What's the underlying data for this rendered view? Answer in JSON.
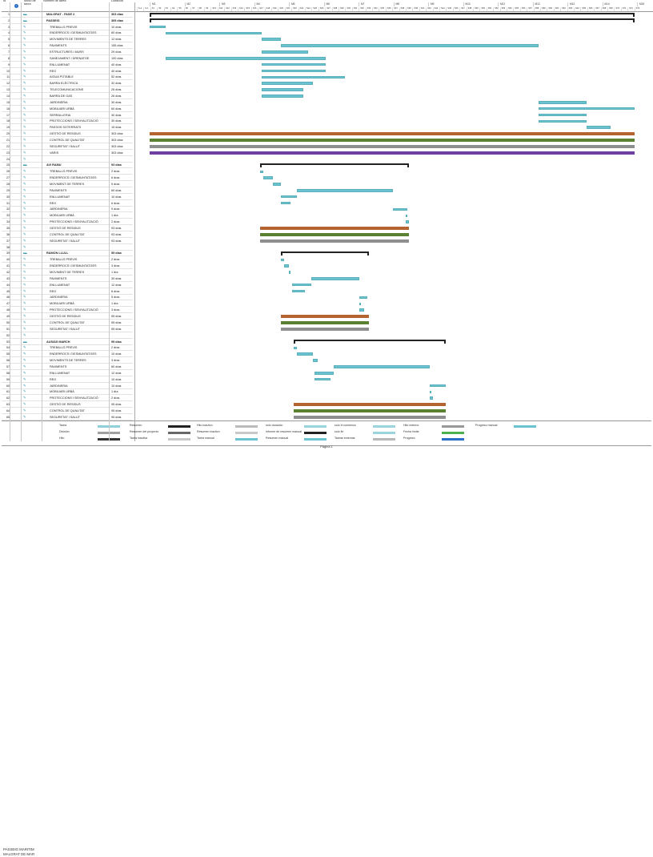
{
  "columns": {
    "id": "Id",
    "mode": "Modo de tarea",
    "name": "Nombre de tarea",
    "duration": "Duración"
  },
  "months": [
    "M1",
    "M2",
    "M3",
    "M4",
    "M5",
    "M6",
    "M7",
    "M8",
    "M9",
    "M10",
    "M11",
    "M12",
    "M13",
    "M14",
    "M15"
  ],
  "tasks": [
    {
      "id": "1",
      "name": "MALGRAT - FASE 2",
      "dur": "303 días",
      "type": "summary",
      "s": 0,
      "e": 303
    },
    {
      "id": "2",
      "name": "PASSEIG",
      "dur": "305 días",
      "type": "summary",
      "s": 0,
      "e": 303
    },
    {
      "id": "3",
      "name": "TREBALLS PREVIS",
      "dur": "10 días",
      "type": "task",
      "s": 0,
      "e": 10
    },
    {
      "id": "4",
      "name": "ENDERROCS I DESMUNTATGES",
      "dur": "60 días",
      "type": "task",
      "s": 10,
      "e": 70
    },
    {
      "id": "5",
      "name": "MOVIMENTS DE TERRES",
      "dur": "12 días",
      "type": "task",
      "s": 70,
      "e": 82
    },
    {
      "id": "6",
      "name": "PAVIMENTS",
      "dur": "155 días",
      "type": "task",
      "s": 82,
      "e": 243
    },
    {
      "id": "7",
      "name": "ESTRUCTURES I MURS",
      "dur": "29 días",
      "type": "task",
      "s": 70,
      "e": 99
    },
    {
      "id": "8",
      "name": "SANEJAMENT I DRENATGE",
      "dur": "100 días",
      "type": "task",
      "s": 10,
      "e": 110
    },
    {
      "id": "9",
      "name": "ENLLUMENAT",
      "dur": "40 días",
      "type": "task",
      "s": 70,
      "e": 110
    },
    {
      "id": "10",
      "name": "REG",
      "dur": "40 días",
      "type": "task",
      "s": 70,
      "e": 110
    },
    {
      "id": "11",
      "name": "AIGUA POTABLE",
      "dur": "52 días",
      "type": "task",
      "s": 70,
      "e": 122
    },
    {
      "id": "12",
      "name": "BARRA ELÈCTRICA",
      "dur": "32 días",
      "type": "task",
      "s": 70,
      "e": 102
    },
    {
      "id": "13",
      "name": "TELECOMUNICACIONS",
      "dur": "26 días",
      "type": "task",
      "s": 70,
      "e": 96
    },
    {
      "id": "14",
      "name": "BARRA DE GAS",
      "dur": "26 días",
      "type": "task",
      "s": 70,
      "e": 96
    },
    {
      "id": "15",
      "name": "JARDINERIA",
      "dur": "30 días",
      "type": "task",
      "s": 243,
      "e": 273
    },
    {
      "id": "16",
      "name": "MOBILIARI URBÀ",
      "dur": "60 días",
      "type": "task",
      "s": 243,
      "e": 303
    },
    {
      "id": "17",
      "name": "SERRALLERIA",
      "dur": "30 días",
      "type": "task",
      "s": 243,
      "e": 273
    },
    {
      "id": "18",
      "name": "PROTECCIONS I SENYALITZACIÓ",
      "dur": "30 días",
      "type": "task",
      "s": 243,
      "e": 273
    },
    {
      "id": "19",
      "name": "PASSOS SOTERRATS",
      "dur": "15 días",
      "type": "task",
      "s": 273,
      "e": 288
    },
    {
      "id": "20",
      "name": "GESTIÓ DE RESIDUS",
      "dur": "303 días",
      "type": "waste",
      "s": 0,
      "e": 303
    },
    {
      "id": "21",
      "name": "CONTROL DE QUALITAT",
      "dur": "303 días",
      "type": "quality",
      "s": 0,
      "e": 303
    },
    {
      "id": "22",
      "name": "SEGURETAT I SALUT",
      "dur": "303 días",
      "type": "safety",
      "s": 0,
      "e": 303
    },
    {
      "id": "23",
      "name": "VARIS",
      "dur": "303 días",
      "type": "misc",
      "s": 0,
      "e": 303
    },
    {
      "id": "24",
      "name": "",
      "dur": "",
      "type": "blank"
    },
    {
      "id": "25",
      "name": "AVI RAMU",
      "dur": "93 días",
      "type": "summary",
      "s": 69,
      "e": 162
    },
    {
      "id": "26",
      "name": "TREBALLS PREVIS",
      "dur": "2 días",
      "type": "task",
      "s": 69,
      "e": 71
    },
    {
      "id": "27",
      "name": "ENDERROCS I DESMUNTATGES",
      "dur": "6 días",
      "type": "task",
      "s": 71,
      "e": 77
    },
    {
      "id": "28",
      "name": "MOVIMENT DE TERRES",
      "dur": "5 días",
      "type": "task",
      "s": 77,
      "e": 82
    },
    {
      "id": "29",
      "name": "PAVIMENTS",
      "dur": "60 días",
      "type": "task",
      "s": 92,
      "e": 152
    },
    {
      "id": "30",
      "name": "ENLLUMENAT",
      "dur": "10 días",
      "type": "task",
      "s": 82,
      "e": 92
    },
    {
      "id": "31",
      "name": "REG",
      "dur": "6 días",
      "type": "task",
      "s": 82,
      "e": 88
    },
    {
      "id": "32",
      "name": "JARDINERIA",
      "dur": "9 días",
      "type": "task",
      "s": 152,
      "e": 161
    },
    {
      "id": "33",
      "name": "MOBILIARI URBÀ",
      "dur": "1 día",
      "type": "task",
      "s": 160,
      "e": 161
    },
    {
      "id": "34",
      "name": "PROTECCIONS I SENYALITZACIÓ",
      "dur": "2 días",
      "type": "task",
      "s": 160,
      "e": 162
    },
    {
      "id": "35",
      "name": "GESTIÓ DE RESIDUS",
      "dur": "93 días",
      "type": "waste",
      "s": 69,
      "e": 162
    },
    {
      "id": "36",
      "name": "CONTROL DE QUALITAT",
      "dur": "93 días",
      "type": "quality",
      "s": 69,
      "e": 162
    },
    {
      "id": "37",
      "name": "SEGURETAT I SALUT",
      "dur": "93 días",
      "type": "safety",
      "s": 69,
      "e": 162
    },
    {
      "id": "38",
      "name": "",
      "dur": "",
      "type": "blank"
    },
    {
      "id": "39",
      "name": "RAMON LLULL",
      "dur": "55 días",
      "type": "summary",
      "s": 82,
      "e": 137
    },
    {
      "id": "40",
      "name": "TREBALLS PREVIS",
      "dur": "2 días",
      "type": "task",
      "s": 82,
      "e": 84
    },
    {
      "id": "41",
      "name": "ENDERROCS I DESMUNTATGES",
      "dur": "3 días",
      "type": "task",
      "s": 84,
      "e": 87
    },
    {
      "id": "42",
      "name": "MOVIMENT DE TERRES",
      "dur": "1 día",
      "type": "task",
      "s": 87,
      "e": 88
    },
    {
      "id": "43",
      "name": "PAVIMENTS",
      "dur": "30 días",
      "type": "task",
      "s": 101,
      "e": 131
    },
    {
      "id": "44",
      "name": "ENLLUMENAT",
      "dur": "12 días",
      "type": "task",
      "s": 89,
      "e": 101
    },
    {
      "id": "45",
      "name": "REG",
      "dur": "8 días",
      "type": "task",
      "s": 89,
      "e": 97
    },
    {
      "id": "46",
      "name": "JARDINERIA",
      "dur": "5 días",
      "type": "task",
      "s": 131,
      "e": 136
    },
    {
      "id": "47",
      "name": "MOBILIARI URBÀ",
      "dur": "1 día",
      "type": "task",
      "s": 131,
      "e": 132
    },
    {
      "id": "48",
      "name": "PROTECCIONS I SENYALITZACIÓ",
      "dur": "3 días",
      "type": "task",
      "s": 131,
      "e": 134
    },
    {
      "id": "49",
      "name": "GESTIÓ DE RESIDUS",
      "dur": "55 días",
      "type": "waste",
      "s": 82,
      "e": 137
    },
    {
      "id": "50",
      "name": "CONTROL DE QUALITAT",
      "dur": "55 días",
      "type": "quality",
      "s": 82,
      "e": 137
    },
    {
      "id": "51",
      "name": "SEGURETAT I SALUT",
      "dur": "55 días",
      "type": "safety",
      "s": 82,
      "e": 137
    },
    {
      "id": "52",
      "name": "",
      "dur": "",
      "type": "blank"
    },
    {
      "id": "53",
      "name": "AUSIÀS MARCH",
      "dur": "95 días",
      "type": "summary",
      "s": 90,
      "e": 185
    },
    {
      "id": "54",
      "name": "TREBALLS PREVIS",
      "dur": "2 días",
      "type": "task",
      "s": 90,
      "e": 92
    },
    {
      "id": "55",
      "name": "ENDERROCS I DESMUNTATGES",
      "dur": "10 días",
      "type": "task",
      "s": 92,
      "e": 102
    },
    {
      "id": "56",
      "name": "MOVIMENTS DE TERRES",
      "dur": "3 días",
      "type": "task",
      "s": 102,
      "e": 105
    },
    {
      "id": "57",
      "name": "PAVIMENTS",
      "dur": "60 días",
      "type": "task",
      "s": 115,
      "e": 175
    },
    {
      "id": "58",
      "name": "ENLLUMENAT",
      "dur": "12 días",
      "type": "task",
      "s": 103,
      "e": 115
    },
    {
      "id": "59",
      "name": "REG",
      "dur": "10 días",
      "type": "task",
      "s": 103,
      "e": 113
    },
    {
      "id": "60",
      "name": "JARDINERIA",
      "dur": "10 días",
      "type": "task",
      "s": 175,
      "e": 185
    },
    {
      "id": "61",
      "name": "MOBILIARI URBÀ",
      "dur": "1 día",
      "type": "task",
      "s": 175,
      "e": 176
    },
    {
      "id": "62",
      "name": "PROTECCIONS I SENYALITZACIÓ",
      "dur": "2 días",
      "type": "task",
      "s": 175,
      "e": 177
    },
    {
      "id": "63",
      "name": "GESTIÓ DE RESIDUS",
      "dur": "95 días",
      "type": "waste",
      "s": 90,
      "e": 185
    },
    {
      "id": "64",
      "name": "CONTROL DE QUALITAT",
      "dur": "95 días",
      "type": "quality",
      "s": 90,
      "e": 185
    },
    {
      "id": "65",
      "name": "SEGURETAT I SALUT",
      "dur": "95 días",
      "type": "safety",
      "s": 90,
      "e": 185
    }
  ],
  "legend": {
    "project": "PASSEIG MARITIM\nMALGRAT DE MAR",
    "items": [
      "Tarea",
      "División",
      "Hito",
      "Resumen",
      "Resumen del proyecto",
      "Tarea inactiva",
      "Hito inactivo",
      "Resumen inactivo",
      "Tarea manual",
      "solo duración",
      "Informe de resumen manual",
      "Resumen manual",
      "solo el comienzo",
      "solo fin",
      "Tareas externas",
      "Hito externo",
      "Fecha límite",
      "Progreso",
      "Progreso manual"
    ]
  },
  "footer": {
    "page": "Página 1"
  },
  "colors": {
    "task": "#6ac3cf",
    "waste": "#b56431",
    "quality": "#5a8032",
    "safety": "#8e8e8e",
    "misc": "#6e3fa0"
  }
}
